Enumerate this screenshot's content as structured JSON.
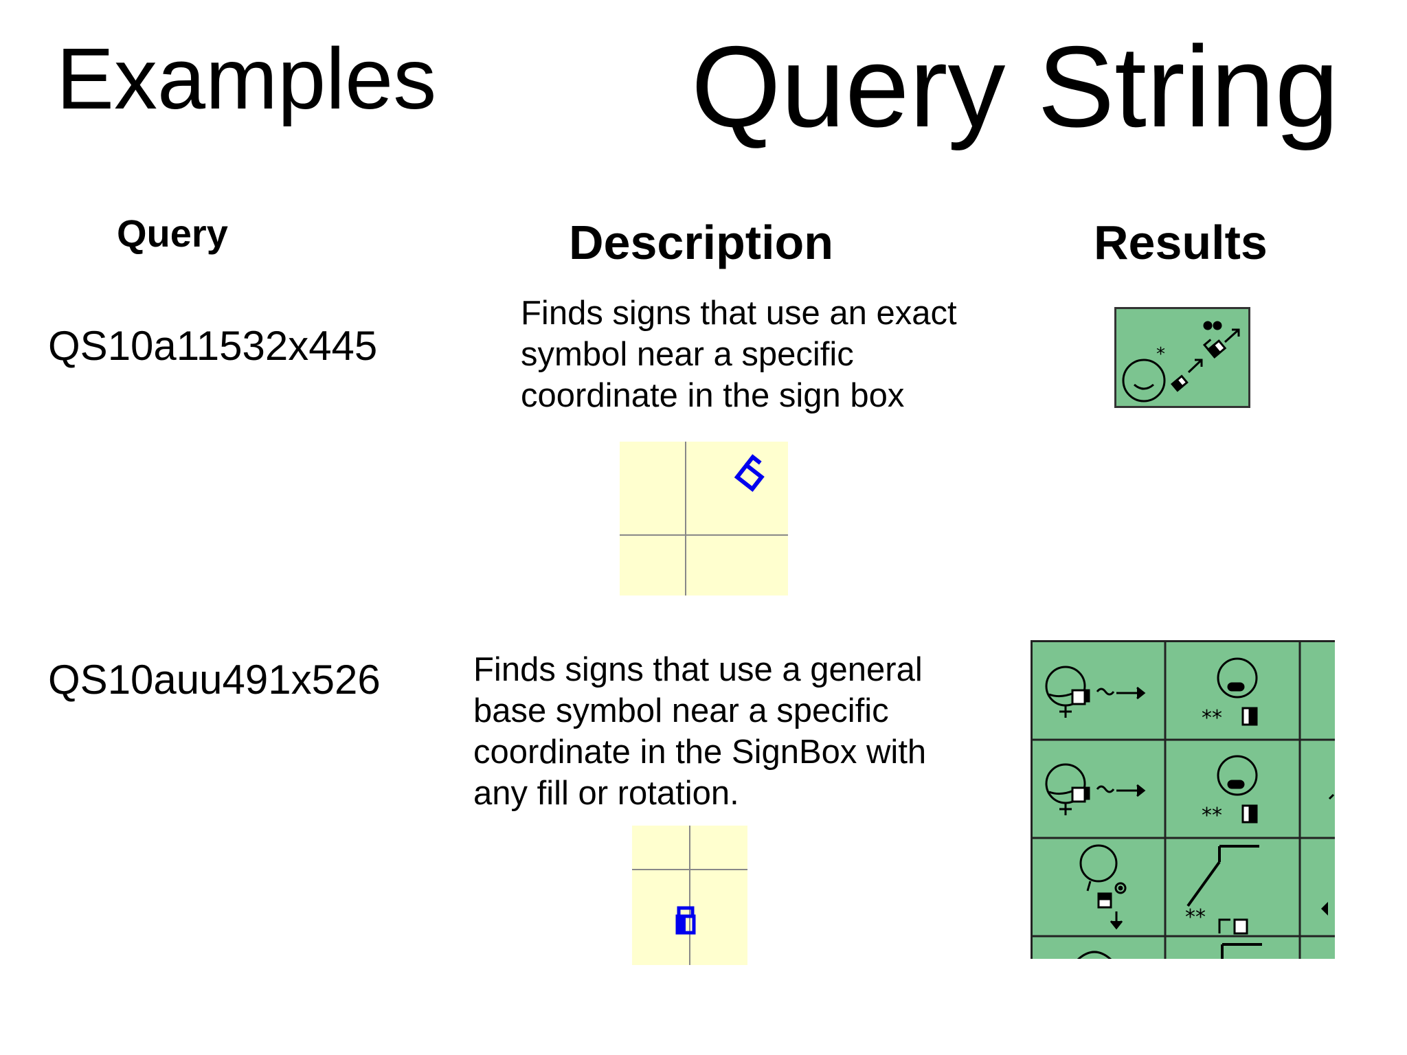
{
  "slide": {
    "title_left": "Examples",
    "title_right": "Query String"
  },
  "columns": {
    "query": "Query",
    "description": "Description",
    "results": "Results"
  },
  "rows": [
    {
      "query": "QS10a11532x445",
      "description": "Finds signs that use an exact symbol near a specific coordinate in the sign box"
    },
    {
      "query": "QS10auu491x526",
      "description": "Finds signs that use a general base symbol near a specific coordinate in the SignBox with any fill or rotation."
    }
  ],
  "colors": {
    "result_background": "#7cc490",
    "signbox_background": "#ffffcf",
    "symbol_blue": "#0000ee",
    "grid_line": "#888888"
  },
  "icons": {
    "signbox_symbol_1": "rotated-hand-square-icon",
    "signbox_symbol_2": "hand-square-icon",
    "result_sign": "signwriting-sign-icon"
  }
}
